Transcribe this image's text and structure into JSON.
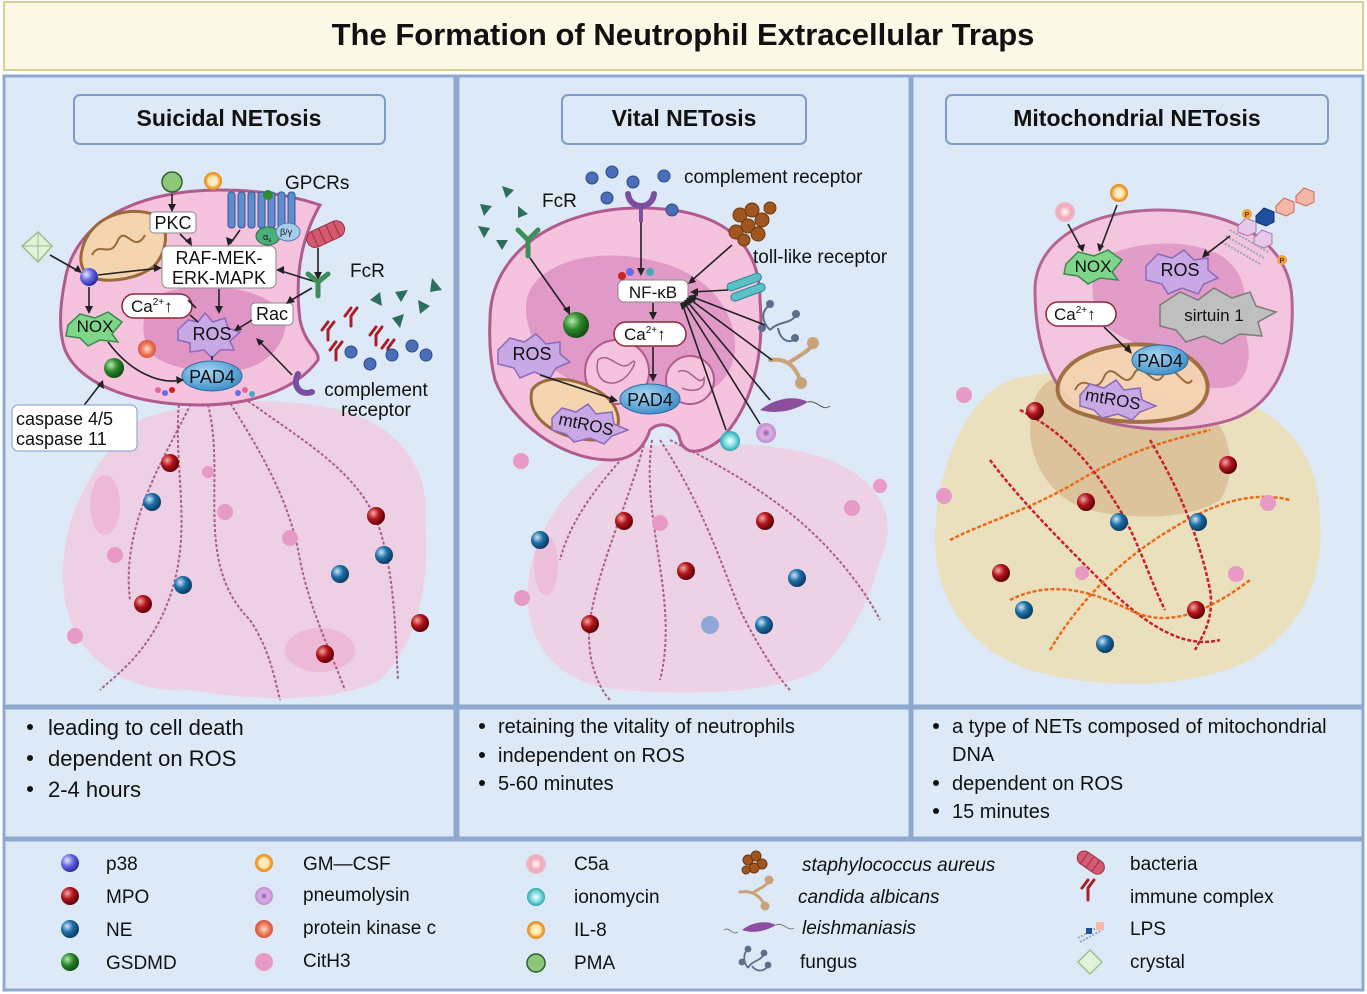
{
  "title": "The Formation of Neutrophil Extracellular Traps",
  "panels": {
    "suicidal": {
      "title": "Suicidal NETosis",
      "labels": {
        "gpcrs": "GPCRs",
        "pkc": "PKC",
        "raf1": "RAF-MEK-",
        "raf2": "ERK-MAPK",
        "fcr": "FcR",
        "ca": "Ca",
        "ros": "ROS",
        "rac": "Rac",
        "nox": "NOX",
        "pad4": "PAD4",
        "comp1": "complement",
        "comp2": "receptor",
        "casp1": "caspase 4/5",
        "casp2": "caspase 11",
        "alpha": "α",
        "alpha_sub": "s",
        "betagamma": "β/γ",
        "sup": "2+",
        "arrow": "↑"
      },
      "bullets": [
        "leading to cell death",
        "dependent on ROS",
        "2-4 hours"
      ]
    },
    "vital": {
      "title": "Vital NETosis",
      "labels": {
        "fcr": "FcR",
        "comp": "complement receptor",
        "tlr": "toll-like receptor",
        "nfkb": "NF-κB",
        "ca": "Ca",
        "ros": "ROS",
        "pad4": "PAD4",
        "mtros": "mtROS",
        "sup": "2+",
        "arrow": "↑"
      },
      "bullets": [
        "retaining the vitality of neutrophils",
        "independent on ROS",
        "5-60 minutes"
      ]
    },
    "mito": {
      "title": "Mitochondrial NETosis",
      "labels": {
        "nox": "NOX",
        "ros": "ROS",
        "ca": "Ca",
        "sirtuin": "sirtuin 1",
        "pad4": "PAD4",
        "mtros": "mtROS",
        "sup": "2+",
        "arrow": "↑",
        "p": "P"
      },
      "bullets": [
        "a type of NETs composed of mitochondrial",
        "DNA",
        "dependent on ROS",
        "15 minutes"
      ]
    }
  },
  "legend": [
    {
      "label": "p38",
      "icon": "p38-icon",
      "color": "#6b6be6",
      "italic": false
    },
    {
      "label": "MPO",
      "icon": "mpo-icon",
      "color": "#b3141c",
      "italic": false
    },
    {
      "label": "NE",
      "icon": "ne-icon",
      "color": "#1c6fa8",
      "italic": false
    },
    {
      "label": "GSDMD",
      "icon": "gsdmd-icon",
      "color": "#2e8b2e",
      "italic": false
    },
    {
      "label": "GM—CSF",
      "icon": "gm-csf-icon",
      "color": "#f2a23a",
      "italic": false
    },
    {
      "label": "pneumolysin",
      "icon": "pneumolysin-icon",
      "color": "#c28bd0",
      "italic": false
    },
    {
      "label": "protein kinase c",
      "icon": "protein-kinase-c-icon",
      "color": "#f07a5a",
      "italic": false
    },
    {
      "label": "CitH3",
      "icon": "cith3-icon",
      "color": "#e79ac6",
      "italic": false
    },
    {
      "label": "C5a",
      "icon": "c5a-icon",
      "color": "#f08a9a",
      "italic": false
    },
    {
      "label": "ionomycin",
      "icon": "ionomycin-icon",
      "color": "#45c2c6",
      "italic": false
    },
    {
      "label": "IL-8",
      "icon": "il-8-icon",
      "color": "#f2a23a",
      "italic": false
    },
    {
      "label": "PMA",
      "icon": "pma-icon",
      "color": "#8cc77a",
      "italic": false
    },
    {
      "label": "staphylococcus aureus",
      "icon": "staphylococcus-icon",
      "color": "#a0561e",
      "italic": true
    },
    {
      "label": "candida albicans",
      "icon": "candida-icon",
      "color": "#c9a27a",
      "italic": true
    },
    {
      "label": "leishmaniasis",
      "icon": "leishmania-icon",
      "color": "#8b4f9e",
      "italic": true
    },
    {
      "label": "fungus",
      "icon": "fungus-icon",
      "color": "#5c6f8a",
      "italic": false
    },
    {
      "label": "bacteria",
      "icon": "bacteria-icon",
      "color": "#d45a70",
      "italic": false
    },
    {
      "label": "immune complex",
      "icon": "immune-complex-icon",
      "color": "#a8202a",
      "italic": false
    },
    {
      "label": "LPS",
      "icon": "lps-icon",
      "color": "#7a9ccc",
      "italic": false
    },
    {
      "label": "crystal",
      "icon": "crystal-icon",
      "color": "#cfe8c4",
      "italic": false
    }
  ],
  "colors": {
    "panel_bg": "#dde9f6",
    "border": "#8ea8cf",
    "title_bg": "#fcf8e6",
    "title_border": "#d9cf9a",
    "cell": "#f6c3de",
    "cell_stroke": "#b05a8e",
    "nucleus": "#dc8ec0",
    "net_cloud": "#f3c7df",
    "mito_cloud": "#efdcaa",
    "dna_red": "#c8202a",
    "dna_orange": "#e86a1a",
    "pad4": "#4c9fd8"
  }
}
